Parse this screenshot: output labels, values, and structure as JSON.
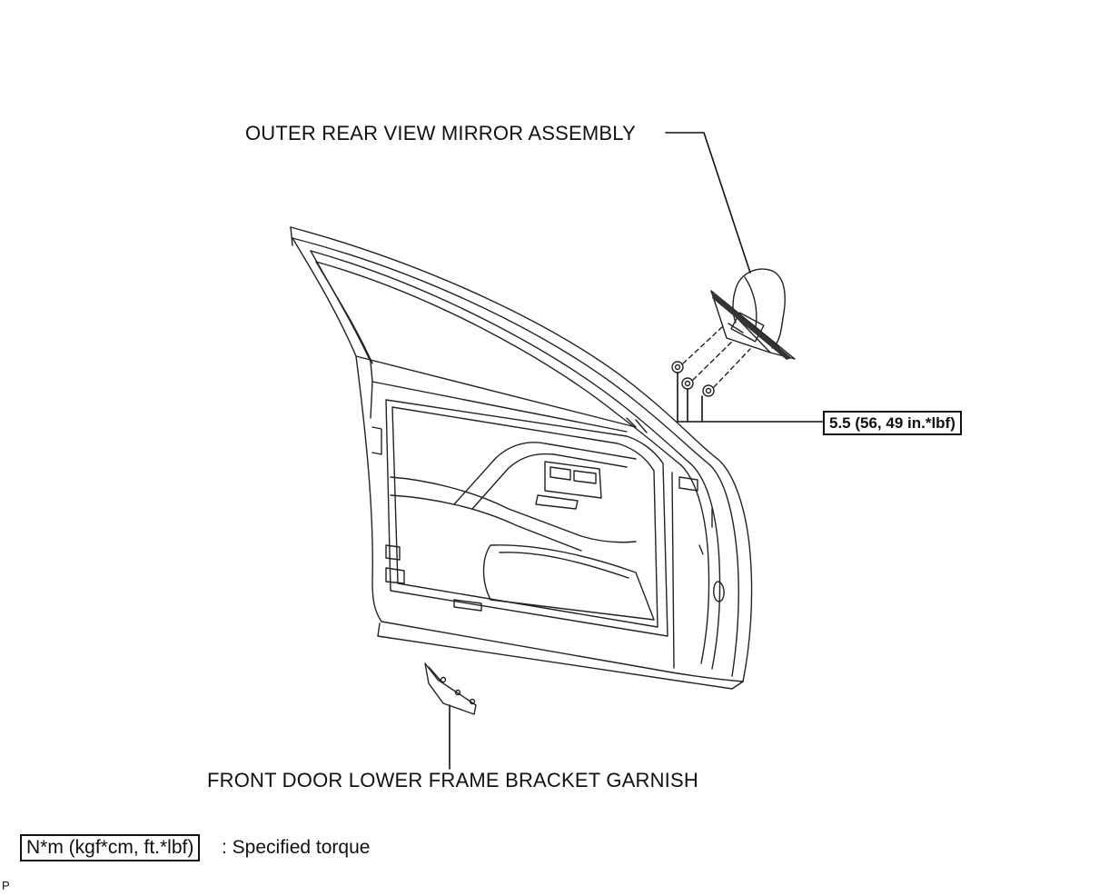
{
  "labels": {
    "mirror": "OUTER REAR VIEW MIRROR ASSEMBLY",
    "garnish": "FRONT DOOR LOWER FRAME BRACKET GARNISH",
    "torque_value": "5.5 (56, 49 in.*lbf)"
  },
  "legend": {
    "box": "N*m (kgf*cm, ft.*lbf)",
    "text": ": Specified torque"
  },
  "corner_code": "P",
  "icons": {
    "door": "front-door-outline-icon",
    "mirror": "outer-mirror-icon",
    "nuts": "mirror-nut-icon",
    "garnish": "lower-frame-garnish-icon"
  }
}
